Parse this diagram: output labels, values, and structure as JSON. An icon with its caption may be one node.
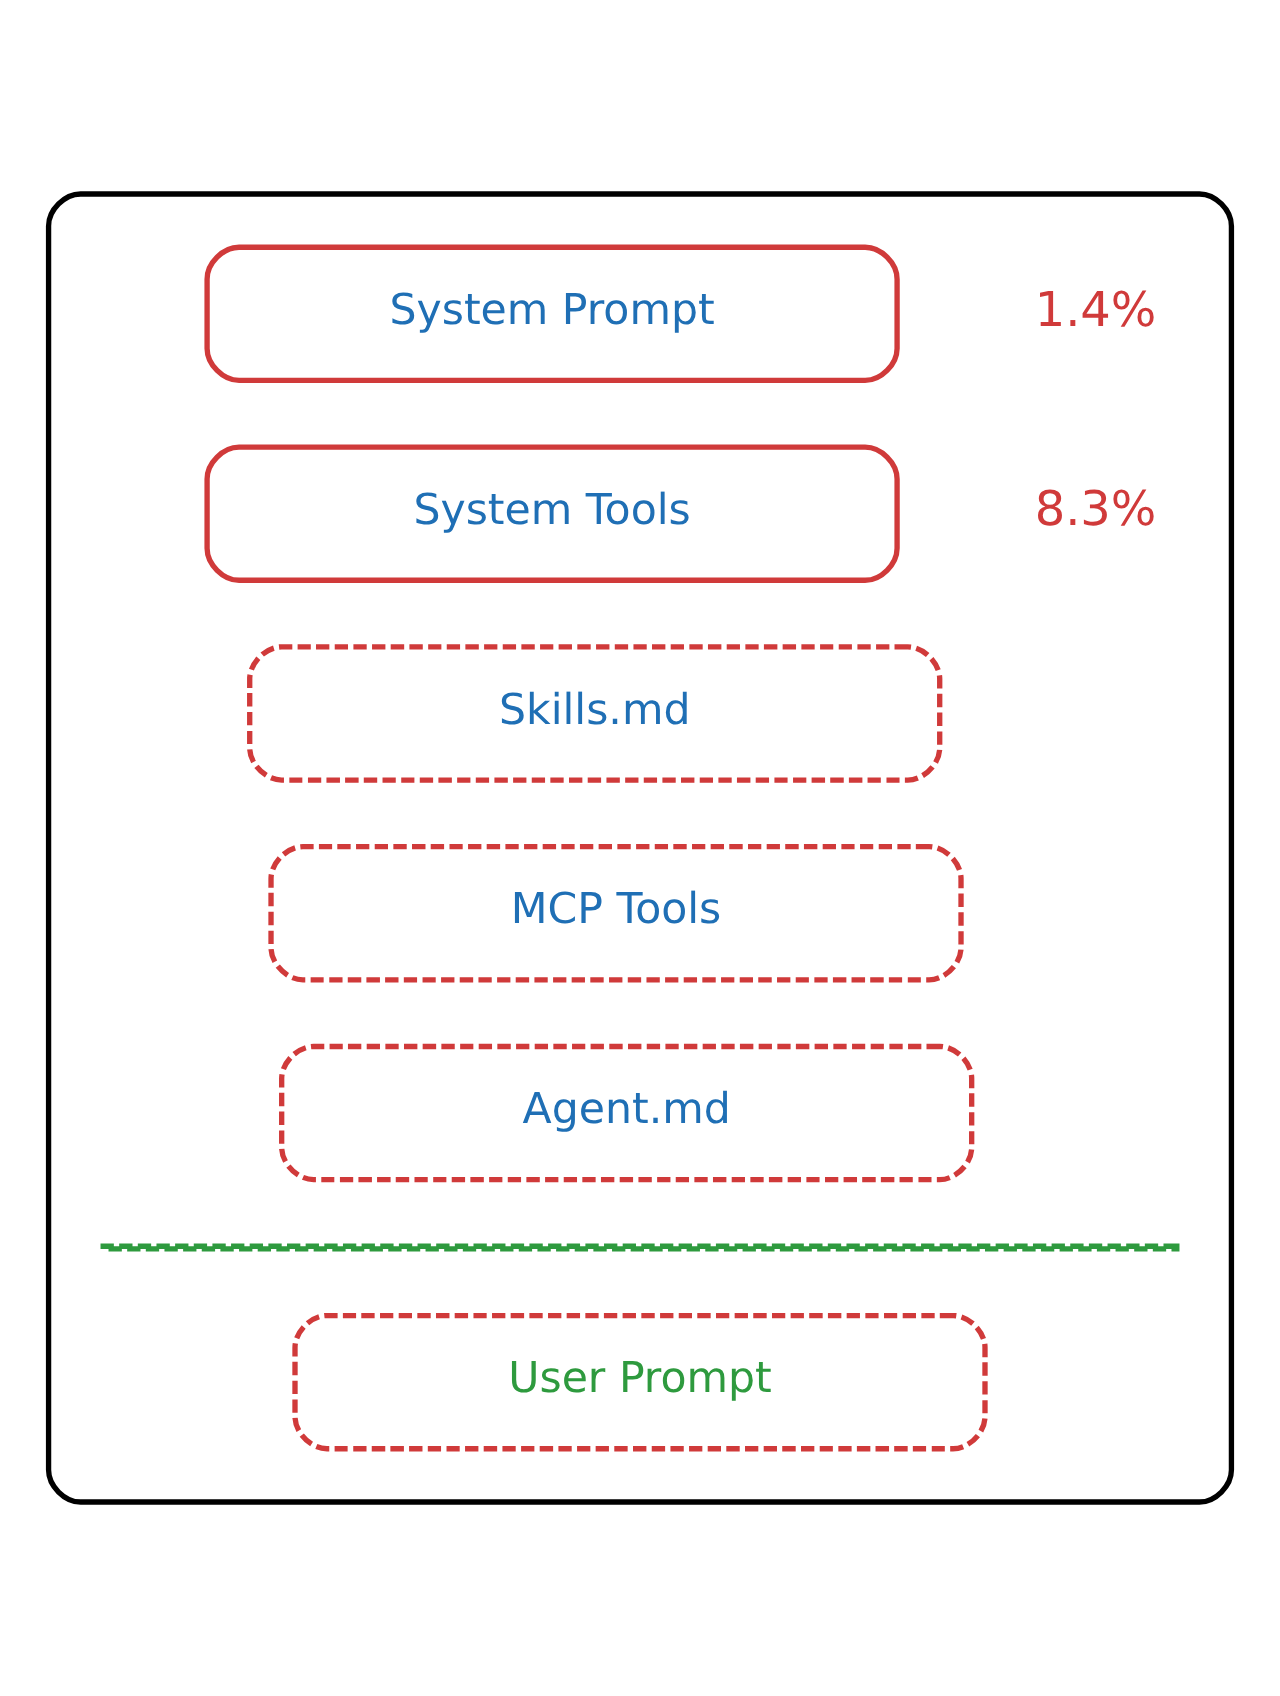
{
  "diagram": {
    "nodes": [
      {
        "text": [],
        "shape": "box"
      },
      {
        "text": [
          "System Prompt"
        ],
        "in": 0,
        "beside": [
          "1.4%"
        ]
      },
      {
        "text": [
          "System Tools"
        ],
        "in": 0,
        "beside": [
          "8.3%"
        ]
      },
      {
        "text": [
          "Skills.md"
        ],
        "in": 0
      },
      {
        "text": [
          "MCP Tools"
        ],
        "in": 0
      },
      {
        "text": [
          "Agent.md"
        ],
        "in": 0
      },
      {
        "text": [
          "User Prompt"
        ],
        "in": 0
      }
    ],
    "edges": []
  }
}
